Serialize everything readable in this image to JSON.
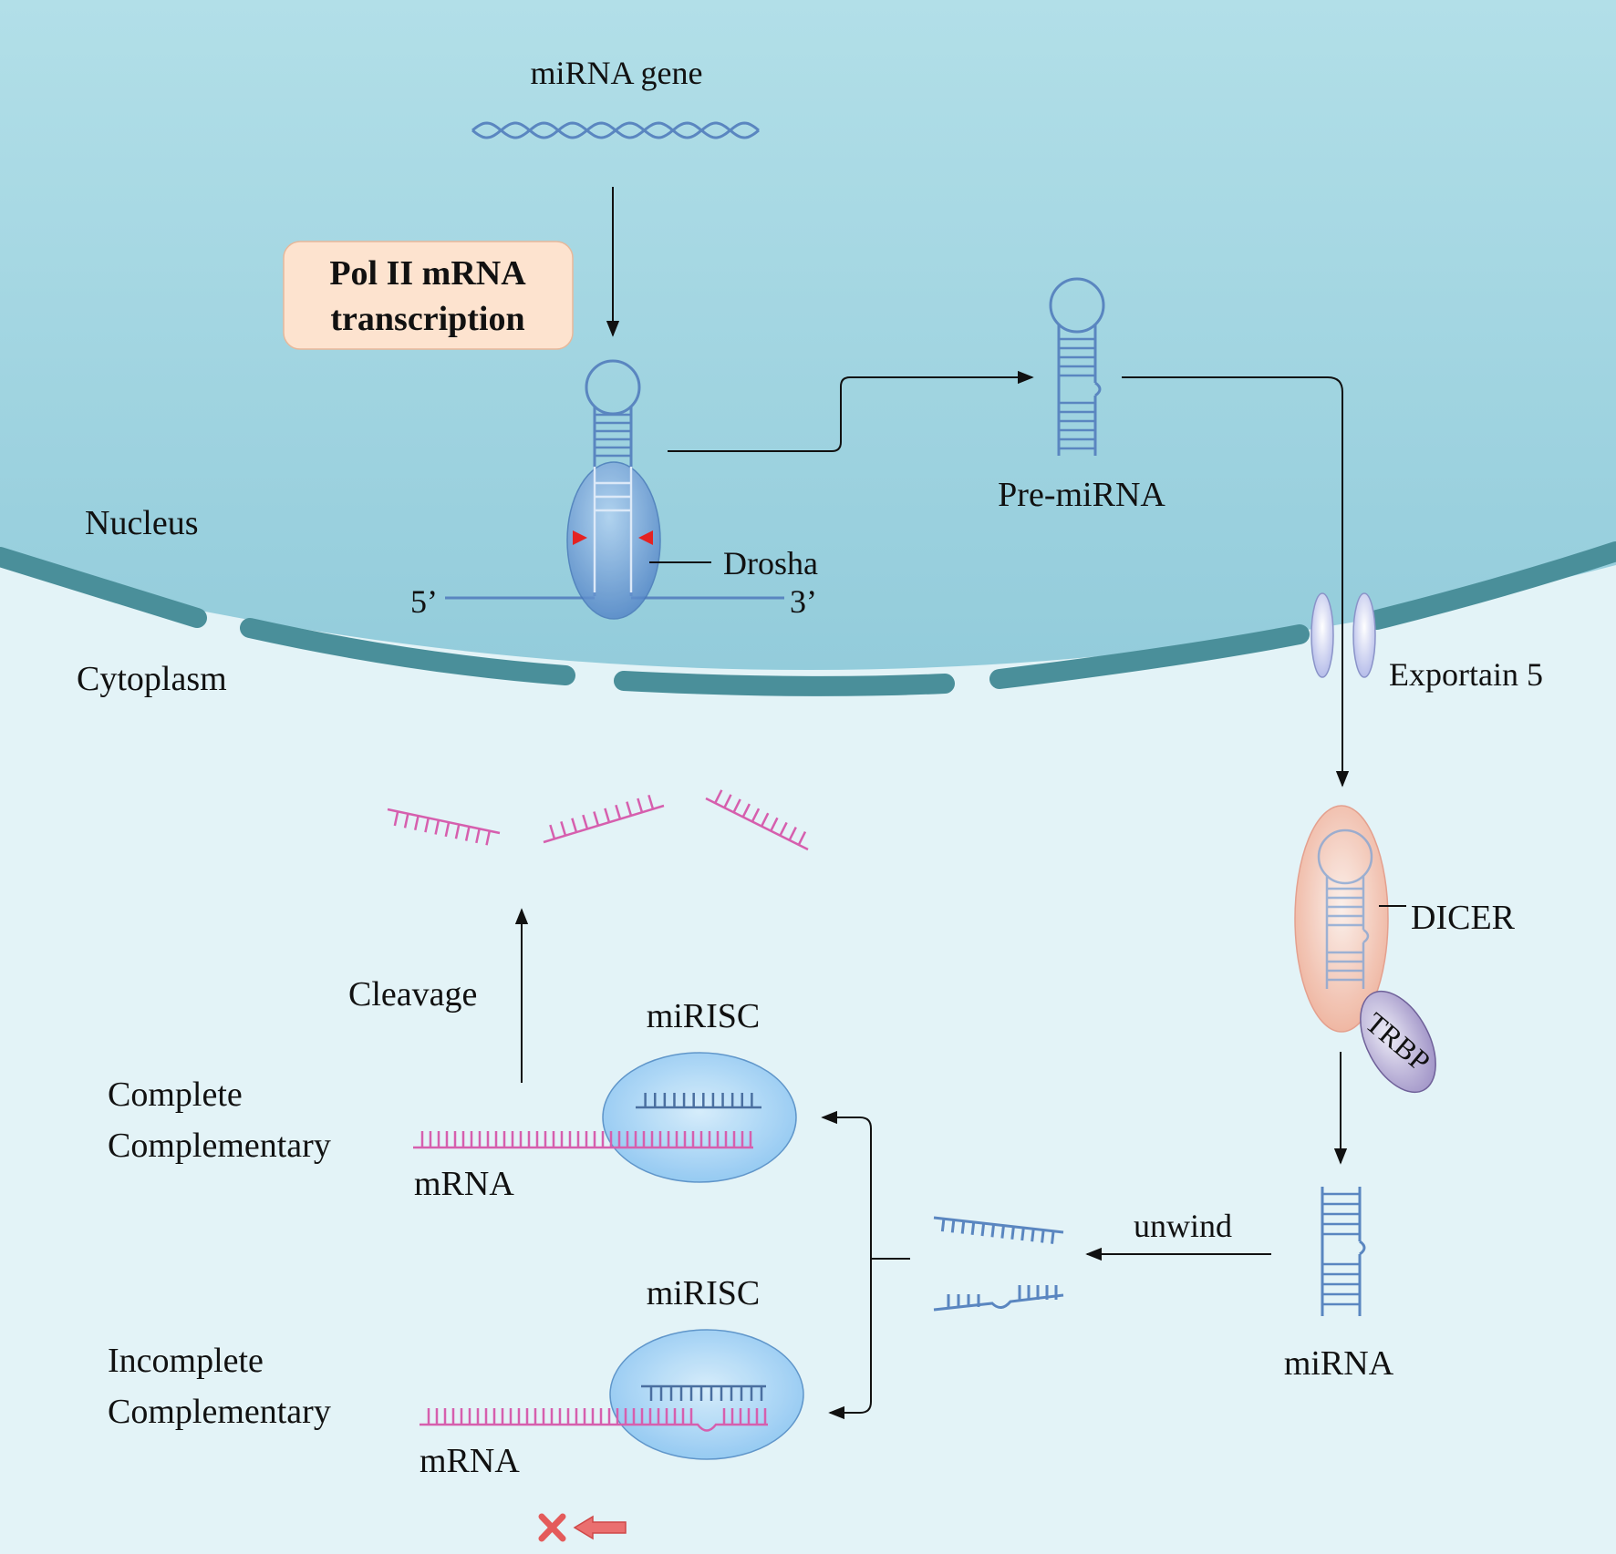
{
  "labels": {
    "mirna_gene": "miRNA gene",
    "pol2": [
      "Pol II mRNA",
      "transcription"
    ],
    "nucleus": "Nucleus",
    "cytoplasm": "Cytoplasm",
    "drosha": "Drosha",
    "five_prime": "5’",
    "three_prime": "3’",
    "pre_mirna": "Pre-miRNA",
    "exportin": "Exportain 5",
    "dicer": "DICER",
    "trbp": "TRBP",
    "mirna": "miRNA",
    "unwind": "unwind",
    "cleavage": "Cleavage",
    "mirisc_top": "miRISC",
    "mirisc_bottom": "miRISC",
    "complete": [
      "Complete",
      "Complementary"
    ],
    "incomplete": [
      "Incomplete",
      "Complementary"
    ],
    "mrna_top": "mRNA",
    "mrna_bottom": "mRNA"
  },
  "colors": {
    "nucleus": "#9fd4e0",
    "cytoplasm": "#e3f3f7",
    "membrane": "#4a8f9a",
    "rna": "#5a86c0",
    "mrna": "#d65fae",
    "pol2_box": "#fde3cf",
    "dicer": "#f2b6a2",
    "trbp": "#b4a6d2",
    "risc": "#a6d6f6",
    "cleavage_site": "#e52222",
    "blocked": "#e86060"
  }
}
